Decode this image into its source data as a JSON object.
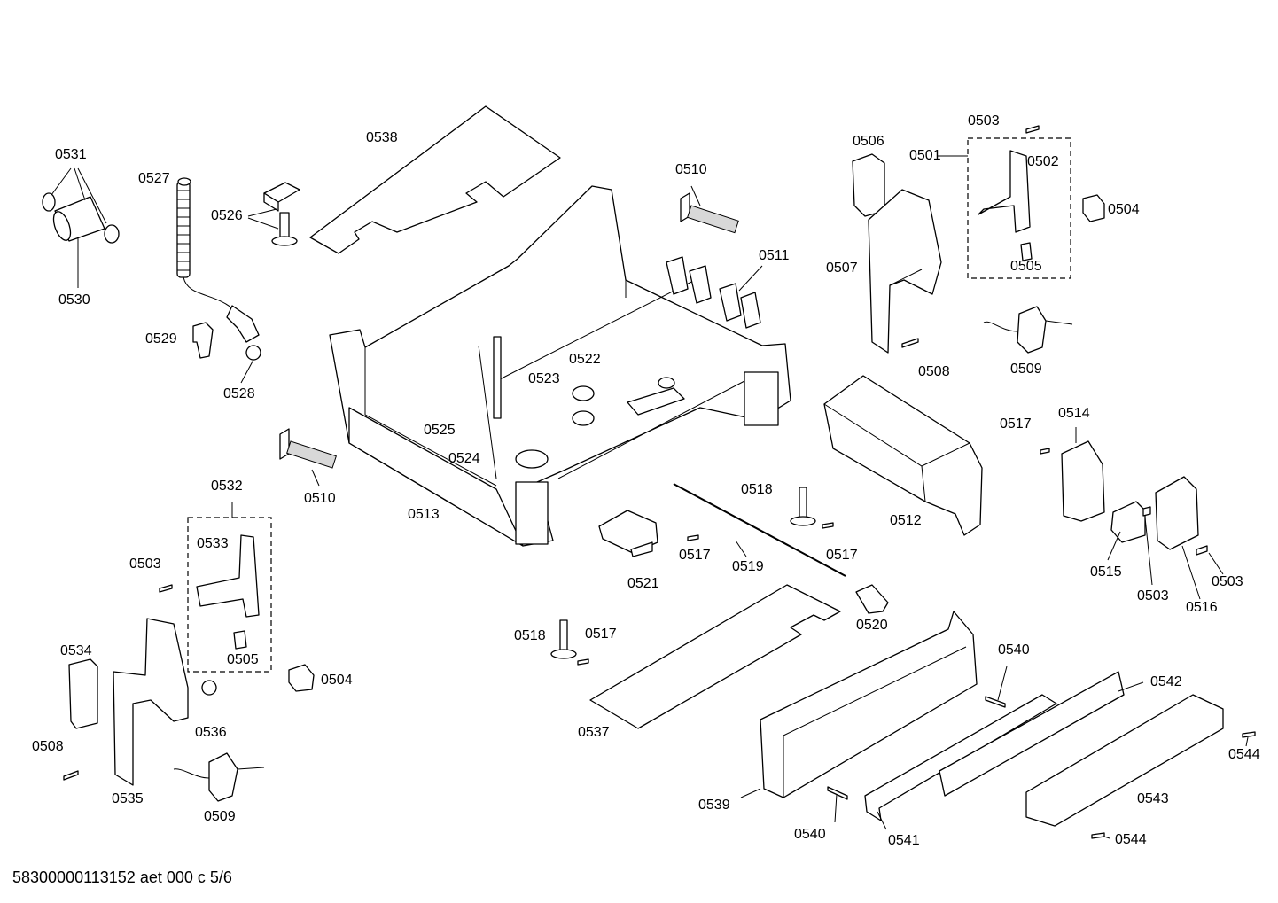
{
  "footer": "58300000113152 aet 000 c 5/6",
  "labels": {
    "p0538": "0538",
    "p0531": "0531",
    "p0527": "0527",
    "p0526": "0526",
    "p0530": "0530",
    "p0529": "0529",
    "p0528": "0528",
    "p0510a": "0510",
    "p0511": "0511",
    "p0522": "0522",
    "p0523": "0523",
    "p0525": "0525",
    "p0524": "0524",
    "p0510b": "0510",
    "p0513": "0513",
    "p0506": "0506",
    "p0501": "0501",
    "p0503a": "0503",
    "p0502": "0502",
    "p0504a": "0504",
    "p0507": "0507",
    "p0505a": "0505",
    "p0508a": "0508",
    "p0509a": "0509",
    "p0517a": "0517",
    "p0514": "0514",
    "p0512": "0512",
    "p0518a": "0518",
    "p0517b": "0517",
    "p0517c": "0517",
    "p0519": "0519",
    "p0521": "0521",
    "p0515": "0515",
    "p0503b": "0503",
    "p0516": "0516",
    "p0503c": "0503",
    "p0520": "0520",
    "p0532": "0532",
    "p0533": "0533",
    "p0503d": "0503",
    "p0534": "0534",
    "p0505b": "0505",
    "p0504b": "0504",
    "p0536": "0536",
    "p0508b": "0508",
    "p0535": "0535",
    "p0509b": "0509",
    "p0518b": "0518",
    "p0517d": "0517",
    "p0537": "0537",
    "p0540a": "0540",
    "p0542": "0542",
    "p0544a": "0544",
    "p0539": "0539",
    "p0543": "0543",
    "p0540b": "0540",
    "p0541": "0541",
    "p0544b": "0544"
  }
}
